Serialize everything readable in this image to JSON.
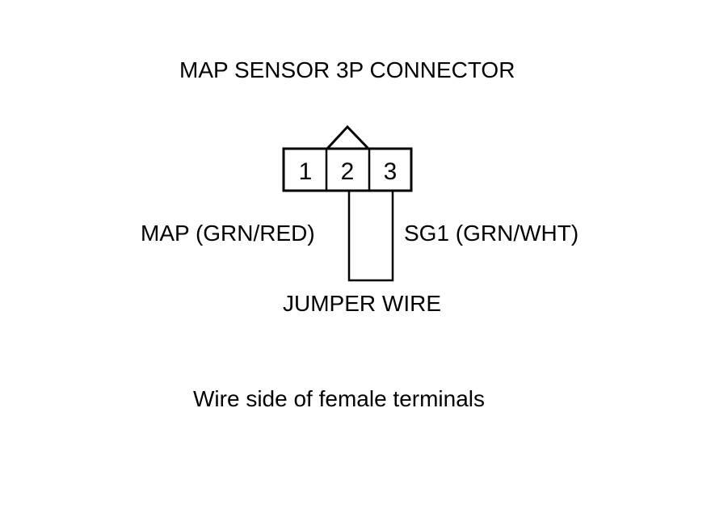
{
  "title": "MAP SENSOR 3P CONNECTOR",
  "connector": {
    "pins": [
      "1",
      "2",
      "3"
    ]
  },
  "labels": {
    "map_wire": "MAP (GRN/RED)",
    "sg1_wire": "SG1 (GRN/WHT)",
    "jumper": "JUMPER WIRE"
  },
  "caption": "Wire side of female terminals"
}
